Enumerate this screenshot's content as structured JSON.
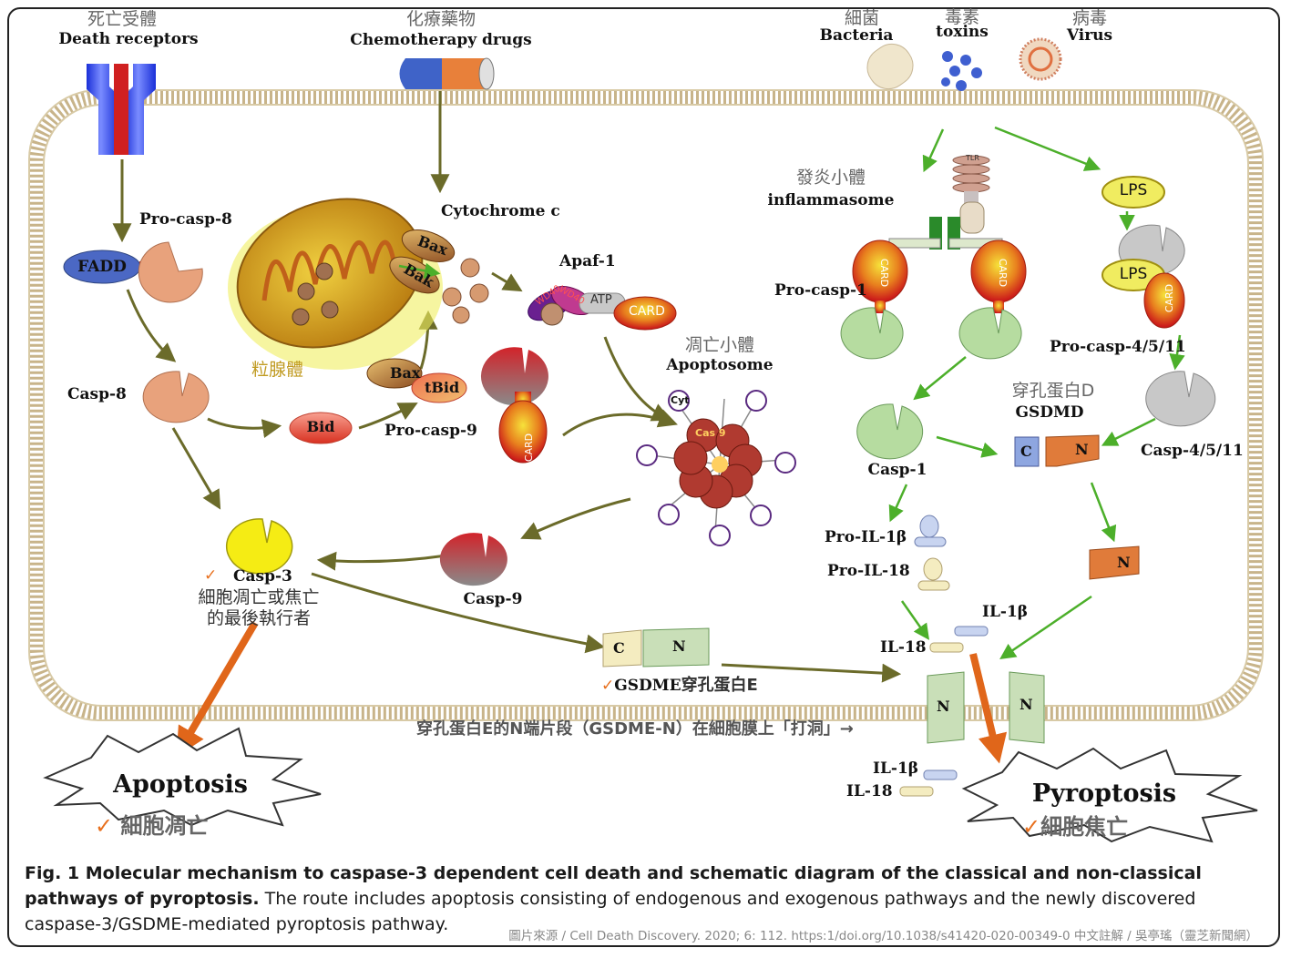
{
  "top": {
    "death_receptors_cn": "死亡受體",
    "death_receptors": "Death receptors",
    "chemo_cn": "化療藥物",
    "chemo": "Chemotherapy  drugs",
    "bacteria_cn": "細菌",
    "bacteria": "Bacteria",
    "toxins_cn": "毒素",
    "toxins": "toxins",
    "virus_cn": "病毒",
    "virus": "Virus"
  },
  "apoptosis_path": {
    "pro_casp8": "Pro-casp-8",
    "fadd": "FADD",
    "casp8": "Casp-8",
    "bid": "Bid",
    "bax": "Bax",
    "bak": "Bak",
    "tbid": "tBid",
    "mito_cn": "粒腺體",
    "cytochrome_c": "Cytochrome  c",
    "apaf1": "Apaf-1",
    "wd40": "WD40",
    "atp": "ATP",
    "card": "CARD",
    "pro_casp9": "Pro-casp-9",
    "apoptosome_cn": "凋亡小體",
    "apoptosome": "Apoptosome",
    "cas9": "Cas 9",
    "cyt": "Cyt",
    "casp9": "Casp-9",
    "casp3": "Casp-3",
    "casp3_note_line1": "細胞凋亡或焦亡",
    "casp3_note_line2": "的最後執行者",
    "apoptosis": "Apoptosis",
    "apoptosis_cn": "細胞凋亡"
  },
  "pyroptosis_path": {
    "inflammasome_cn": "發炎小體",
    "inflammasome": "inflammasome",
    "tlr": "TLR",
    "lps": "LPS",
    "pro_casp1": "Pro-casp-1",
    "pro_casp4511": "Pro-casp-4/5/11",
    "gsdmd_cn": "穿孔蛋白D",
    "gsdmd": "GSDMD",
    "casp1": "Casp-1",
    "casp4511": "Casp-4/5/11",
    "pro_il1b": "Pro-IL-1β",
    "pro_il18": "Pro-IL-18",
    "il1b": "IL-1β",
    "il18": "IL-18",
    "c": "C",
    "n": "N",
    "gsdme": "GSDME",
    "gsdme_cn": "穿孔蛋白E",
    "membrane_note": "穿孔蛋白E的N端片段（GSDME-N）在細胞膜上「打洞」→",
    "pyroptosis": "Pyroptosis",
    "pyroptosis_cn": "細胞焦亡",
    "check": "✓"
  },
  "caption": {
    "label": "Fig. 1 Molecular mechanism to caspase-3 dependent cell death and schematic diagram of the classical and non-classical pathways of pyroptosis.",
    "text": " The route includes apoptosis consisting of endogenous and exogenous pathways and the newly discovered caspase-3/GSDME-mediated pyroptosis pathway.",
    "source": "圖片來源 / Cell Death Discovery. 2020; 6: 112. https:1/doi.org/10.1038/s41420-020-00349-0      中文註解 / 吳亭瑤（靈芝新聞網）"
  },
  "colors": {
    "arrow_olive": "#6b6b2a",
    "arrow_green": "#4caf2a",
    "arrow_orange": "#e0661a",
    "membrane": "#c8b48a",
    "casp_salmon": "#e8a27c",
    "casp3_yellow": "#f5ec14",
    "casp1_green": "#b6dca0",
    "gsdmd_orange": "#e07b3a",
    "gsdme_green": "#c9dfb8",
    "fadd_blue": "#4b68c4"
  }
}
